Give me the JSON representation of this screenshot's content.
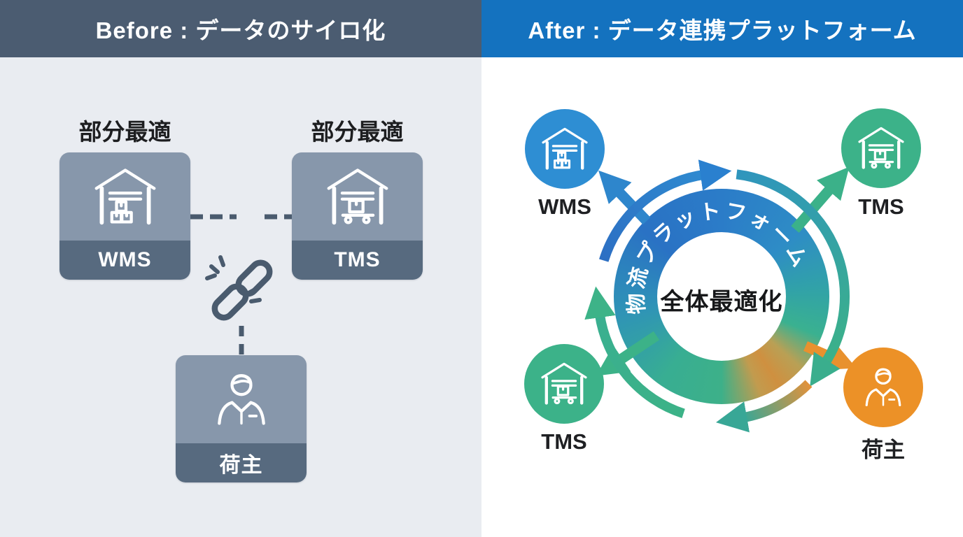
{
  "left_panel": {
    "header": "Before : データのサイロ化",
    "nodes": [
      {
        "caption": "部分最適",
        "label": "WMS",
        "icon": "warehouse-boxes-icon"
      },
      {
        "caption": "部分最適",
        "label": "TMS",
        "icon": "warehouse-trolley-icon"
      },
      {
        "label": "荷主",
        "icon": "person-icon"
      }
    ],
    "link_icon": "broken-chain-icon",
    "colors": {
      "header_bg": "#4b5c71",
      "panel_bg": "#e9ecf1",
      "box_top": "#8797ab",
      "box_band": "#576a7f",
      "connector": "#4a5b6e"
    }
  },
  "right_panel": {
    "header": "After : データ連携プラットフォーム",
    "ring_label": "物流プラットフォーム",
    "center_label": "全体最適化",
    "nodes": [
      {
        "label": "WMS",
        "position": "top-left",
        "color": "#2e8ed3",
        "icon": "warehouse-boxes-icon"
      },
      {
        "label": "TMS",
        "position": "top-right",
        "color": "#3cb289",
        "icon": "warehouse-trolley-icon"
      },
      {
        "label": "TMS",
        "position": "bottom-left",
        "color": "#3cb289",
        "icon": "warehouse-trolley-icon"
      },
      {
        "label": "荷主",
        "position": "bottom-right",
        "color": "#ec9127",
        "icon": "person-icon"
      }
    ],
    "colors": {
      "header_bg": "#1472bf",
      "panel_bg": "#ffffff",
      "ring_blue": "#2b7cc8",
      "ring_teal": "#31a2a8",
      "ring_green": "#3db089",
      "ring_orange": "#e8912e"
    }
  }
}
